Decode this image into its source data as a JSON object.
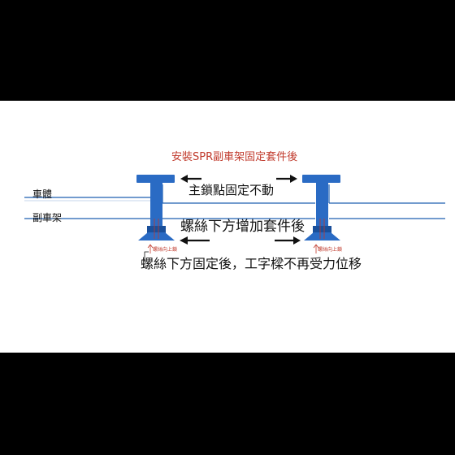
{
  "title": "安裝SPR副車架固定套件後",
  "labels": {
    "body": "車體",
    "subframe": "副車架"
  },
  "annotations": {
    "upper": "主鎖點固定不動",
    "lower": "螺絲下方增加套件後",
    "bottom": "螺絲下方固定後，工字樑不再受力位移",
    "bolt_left": "螺絲向上鎖",
    "bolt_right": "螺絲向上鎖"
  },
  "colors": {
    "line": "#1f5fb0",
    "bolt": "#2a6bc4",
    "bolt_dark": "#1a4f9a",
    "arrow": "#111111",
    "accent": "#c0392b"
  }
}
